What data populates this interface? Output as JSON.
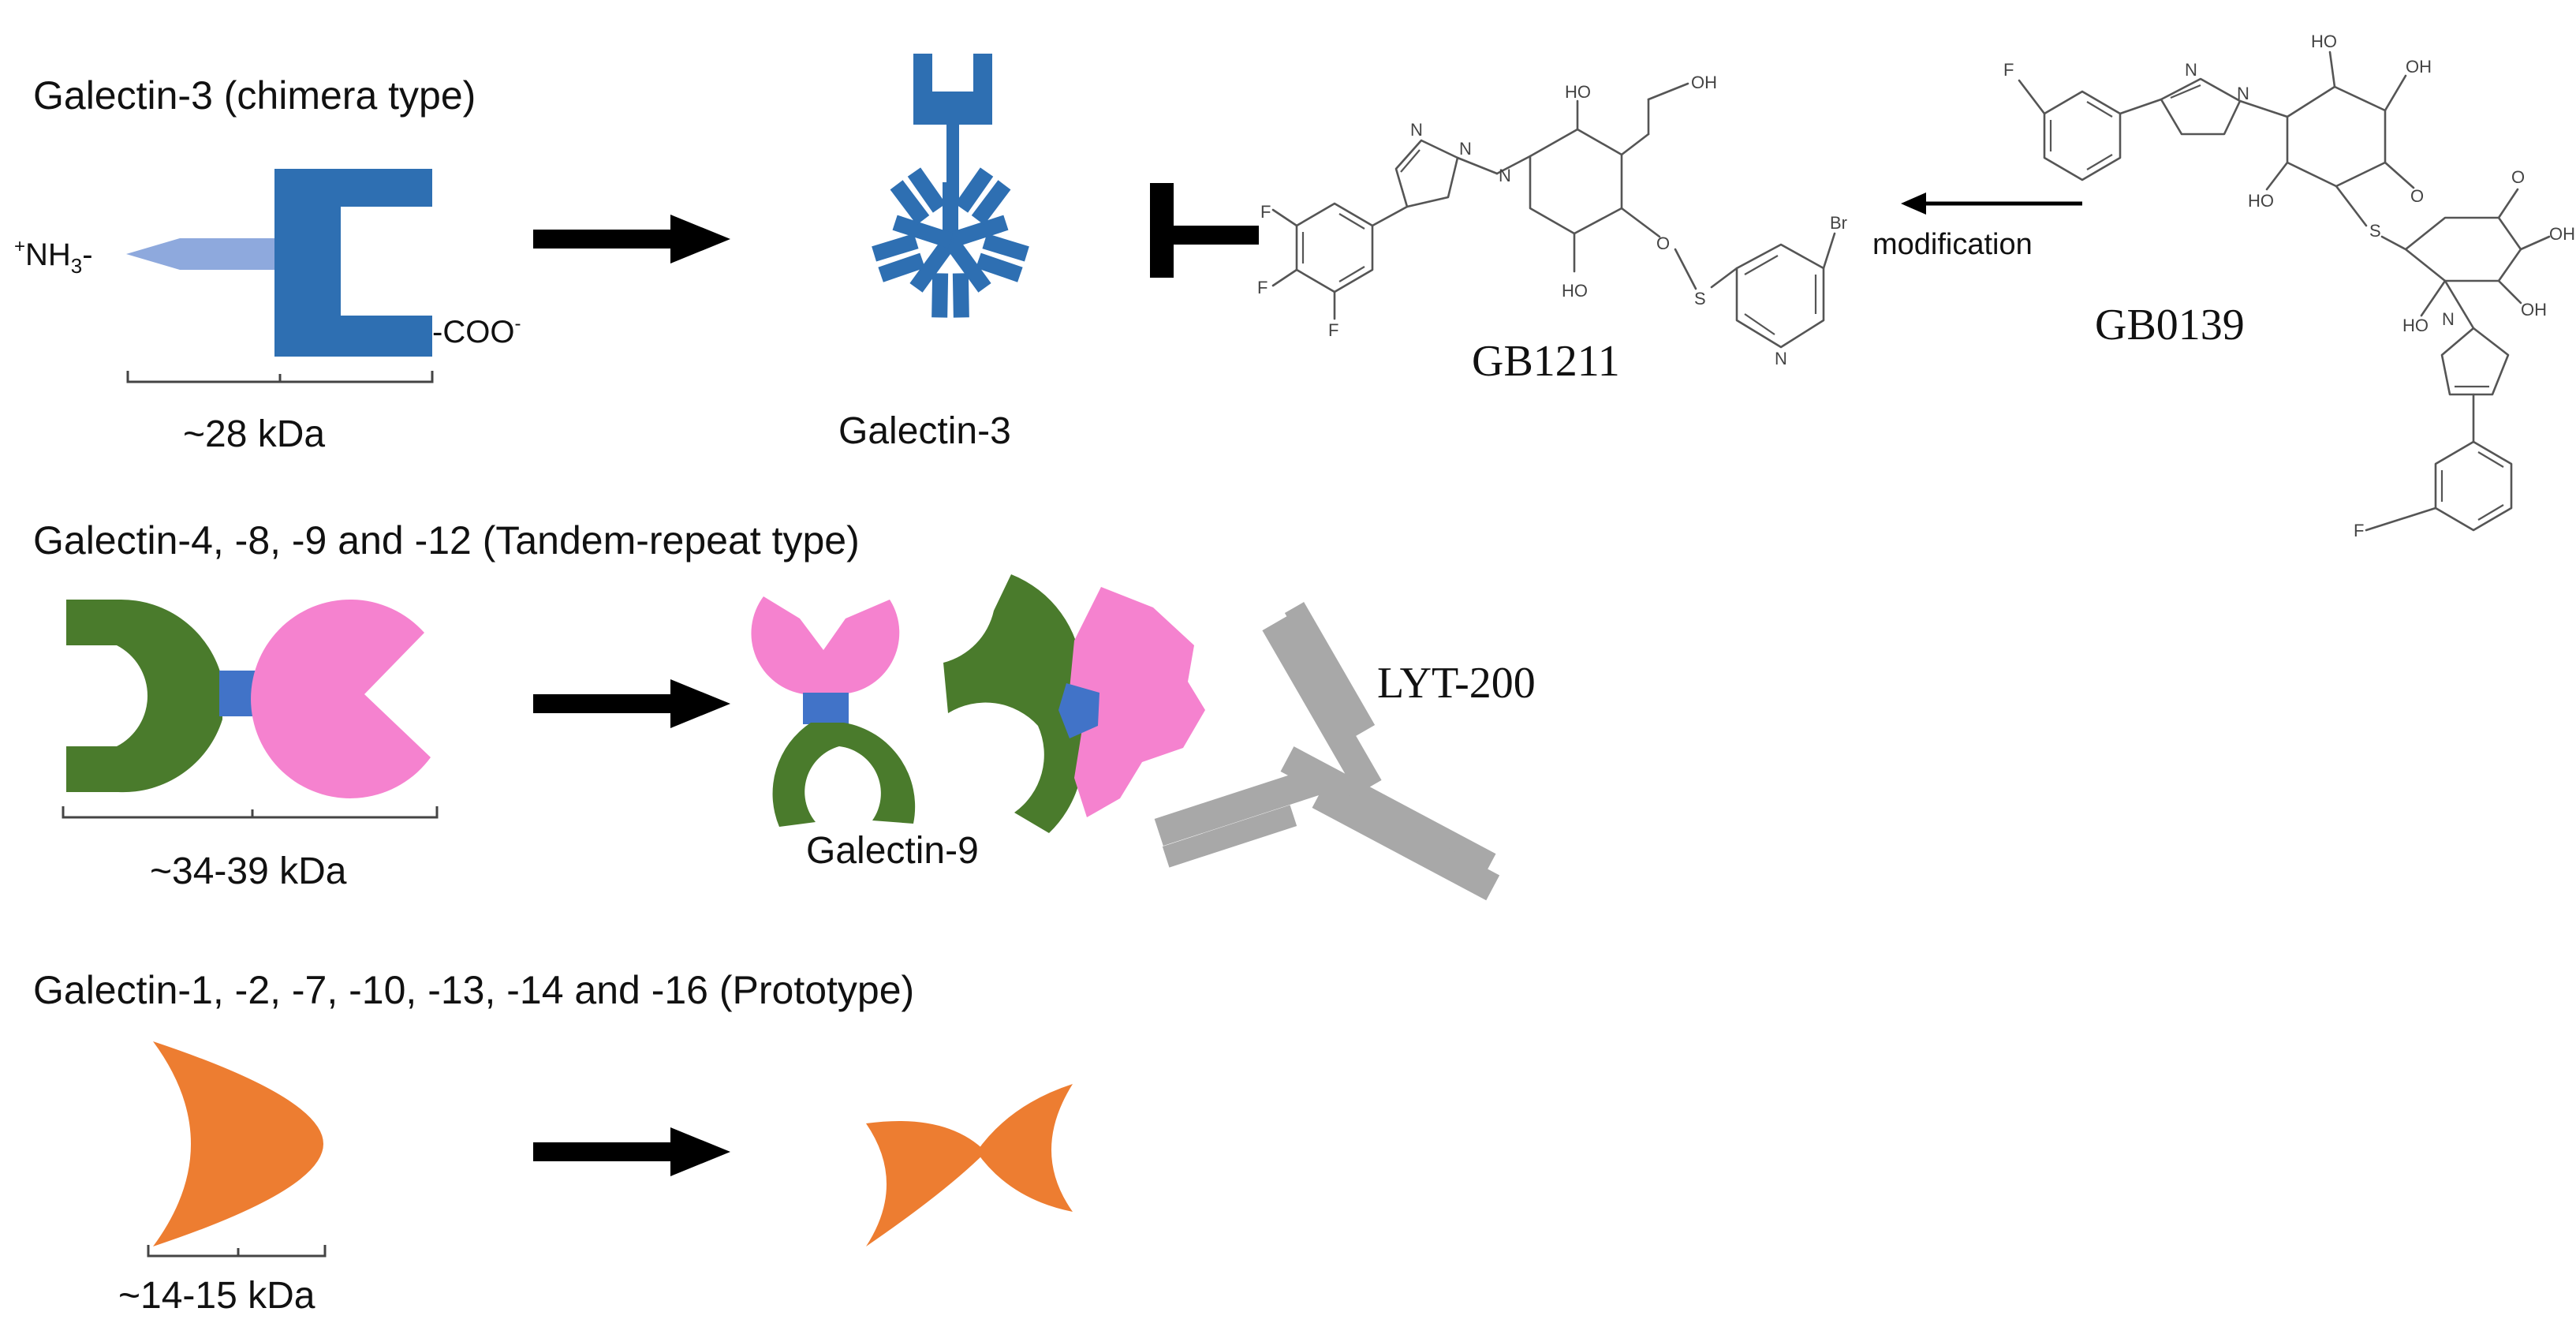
{
  "colors": {
    "galectin3_blue": "#2e6fb2",
    "n_terminal_tail": "#8ea9dd",
    "green_domain": "#4a7b2c",
    "pink_domain": "#f582cf",
    "linker_blue": "#4173c8",
    "antibody_gray": "#a8a8a8",
    "prototype_orange": "#ed7d31",
    "arrow_black": "#000000"
  },
  "chimera": {
    "heading": "Galectin-3 (chimera type)",
    "n_term": {
      "sup": "+",
      "main": "NH",
      "sub": "3",
      "dash": "-"
    },
    "c_term": {
      "main": "-COO",
      "sup": "-"
    },
    "size_label": "~28 kDa",
    "product_label": "Galectin-3"
  },
  "molecules": {
    "gb1211": {
      "name": "GB1211"
    },
    "gb0139": {
      "name": "GB0139"
    },
    "arrow_label": "modification",
    "atoms": {
      "ho": "HO",
      "oh": "OH",
      "o": "O",
      "s": "S",
      "n": "N",
      "f": "F",
      "br": "Br"
    }
  },
  "tandem": {
    "heading": "Galectin-4, -8, -9 and -12 (Tandem-repeat type)",
    "size_label": "~34-39 kDa",
    "product_label": "Galectin-9",
    "antibody_label": "LYT-200"
  },
  "prototype": {
    "heading": "Galectin-1, -2, -7, -10, -13, -14 and -16 (Prototype)",
    "size_label": "~14-15 kDa"
  }
}
